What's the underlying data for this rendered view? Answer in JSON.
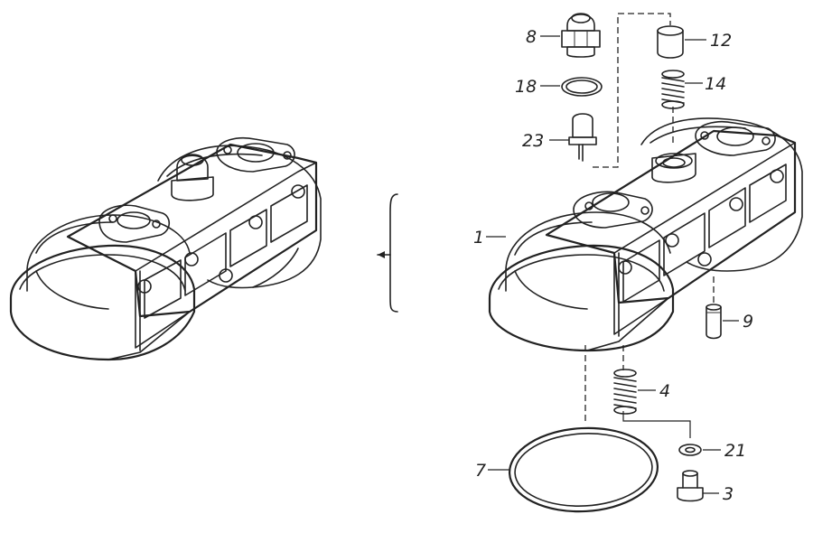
{
  "callouts": [
    {
      "id": "1",
      "label": "1"
    },
    {
      "id": "3",
      "label": "3"
    },
    {
      "id": "4",
      "label": "4"
    },
    {
      "id": "7",
      "label": "7"
    },
    {
      "id": "8",
      "label": "8"
    },
    {
      "id": "9",
      "label": "9"
    },
    {
      "id": "12",
      "label": "12"
    },
    {
      "id": "14",
      "label": "14"
    },
    {
      "id": "18",
      "label": "18"
    },
    {
      "id": "21",
      "label": "21"
    },
    {
      "id": "23",
      "label": "23"
    }
  ]
}
